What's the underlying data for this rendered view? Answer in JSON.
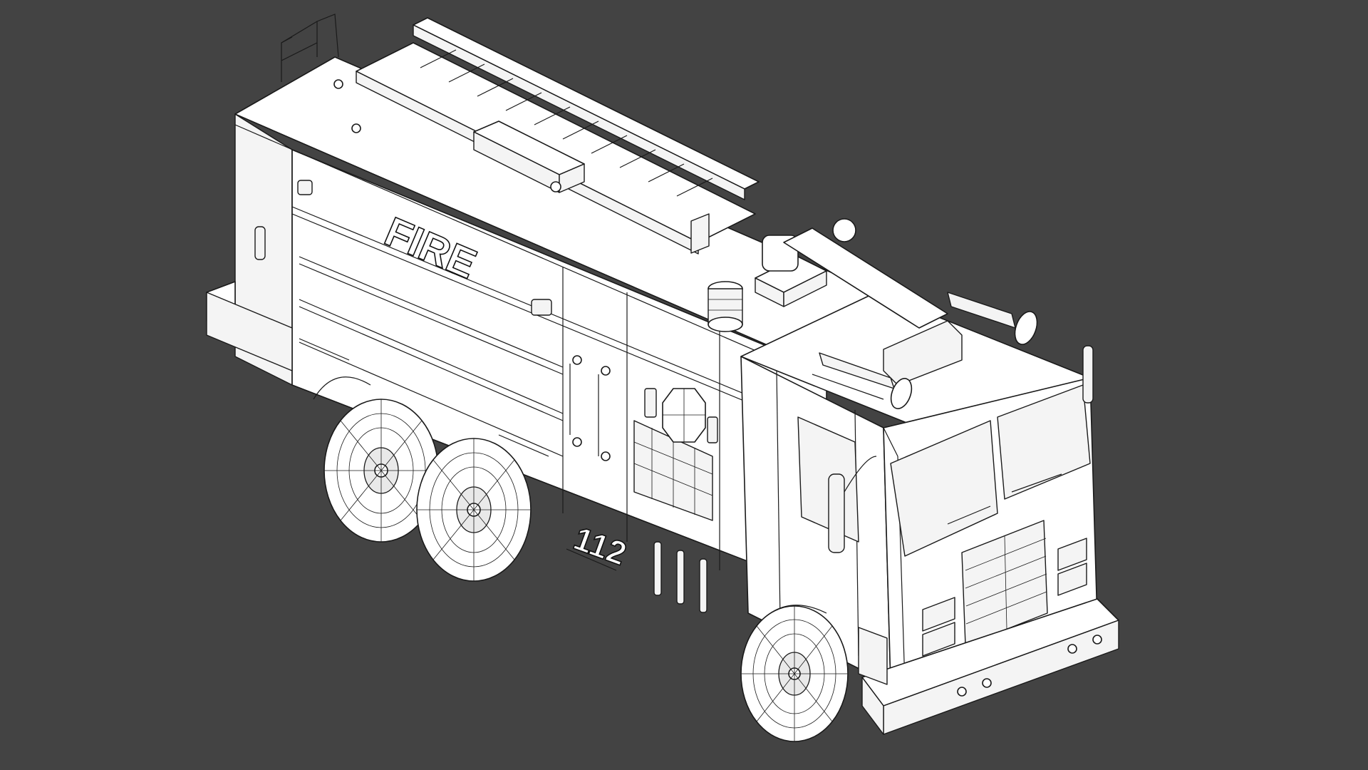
{
  "scene": {
    "subject": "fire truck wireframe render",
    "background_color": "#434343",
    "model_fill_color": "#ffffff",
    "line_color": "#1a1a1a"
  },
  "truck": {
    "side_label": "FIRE",
    "unit_number": "112",
    "wheel_count_visible": 3,
    "parts": [
      "ladder",
      "water-cannon",
      "siren-beacon",
      "air-horns",
      "cab",
      "windshield",
      "grille",
      "headlights",
      "side-mirror",
      "handrails",
      "compartment-doors"
    ]
  }
}
